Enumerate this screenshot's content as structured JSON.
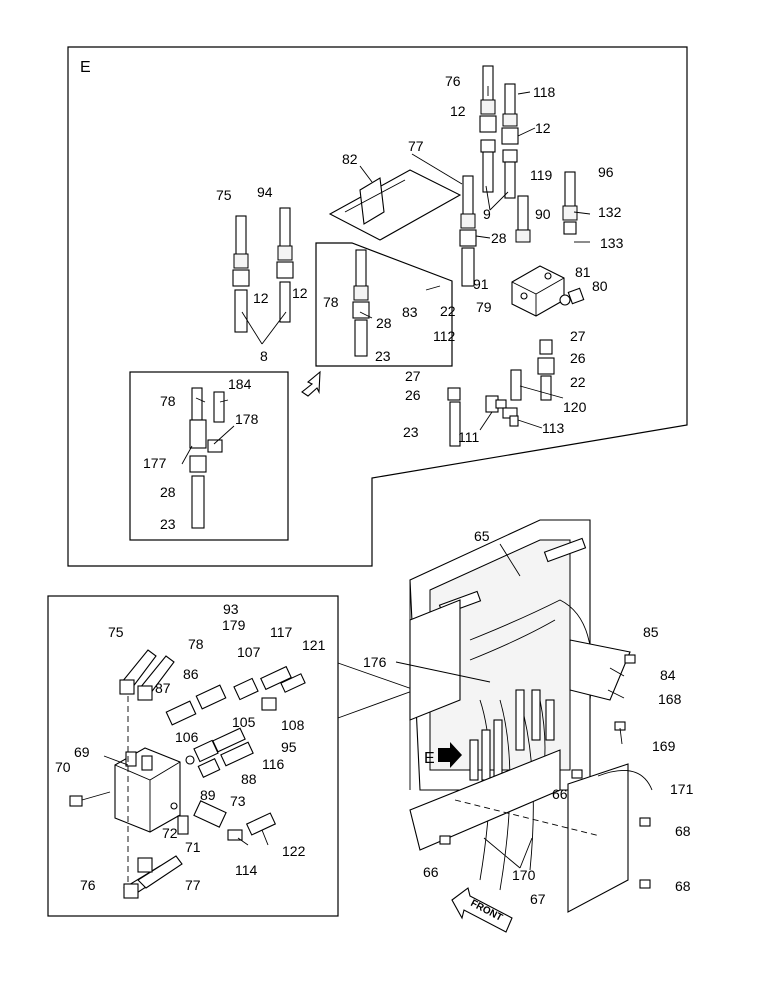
{
  "section_label": "E",
  "view_label": "E",
  "front_label": "FRONT",
  "labels": {
    "l76a": "76",
    "l118": "118",
    "l12a": "12",
    "l12b": "12",
    "l82": "82",
    "l77a": "77",
    "l75a": "75",
    "l94": "94",
    "l119": "119",
    "l96": "96",
    "l9": "9",
    "l90": "90",
    "l132": "132",
    "l28a": "28",
    "l133": "133",
    "l12c": "12",
    "l12d": "12",
    "l78a": "78",
    "l28b": "28",
    "l83": "83",
    "l22a": "22",
    "l91": "91",
    "l79": "79",
    "l81": "81",
    "l80": "80",
    "l8": "8",
    "l23a": "23",
    "l112": "112",
    "l27a": "27",
    "l27b": "27",
    "l26a": "26",
    "l26b": "26",
    "l22b": "22",
    "l120": "120",
    "l23b": "23",
    "l111": "111",
    "l113": "113",
    "l78b": "78",
    "l184": "184",
    "l178": "178",
    "l177": "177",
    "l28c": "28",
    "l23c": "23",
    "l65": "65",
    "l93": "93",
    "l179": "179",
    "l117": "117",
    "l75b": "75",
    "l78c": "78",
    "l121": "121",
    "l107": "107",
    "l86": "86",
    "l87": "87",
    "l85": "85",
    "l176": "176",
    "l84": "84",
    "l168": "168",
    "l105": "105",
    "l106": "106",
    "l108": "108",
    "l95": "95",
    "l69": "69",
    "l116": "116",
    "l70": "70",
    "l88": "88",
    "l89": "89",
    "l169": "169",
    "l73": "73",
    "l66a": "66",
    "l171": "171",
    "l72": "72",
    "l71": "71",
    "l122": "122",
    "l68a": "68",
    "l114": "114",
    "l66b": "66",
    "l170": "170",
    "l76b": "76",
    "l77b": "77",
    "l67": "67",
    "l68b": "68"
  }
}
